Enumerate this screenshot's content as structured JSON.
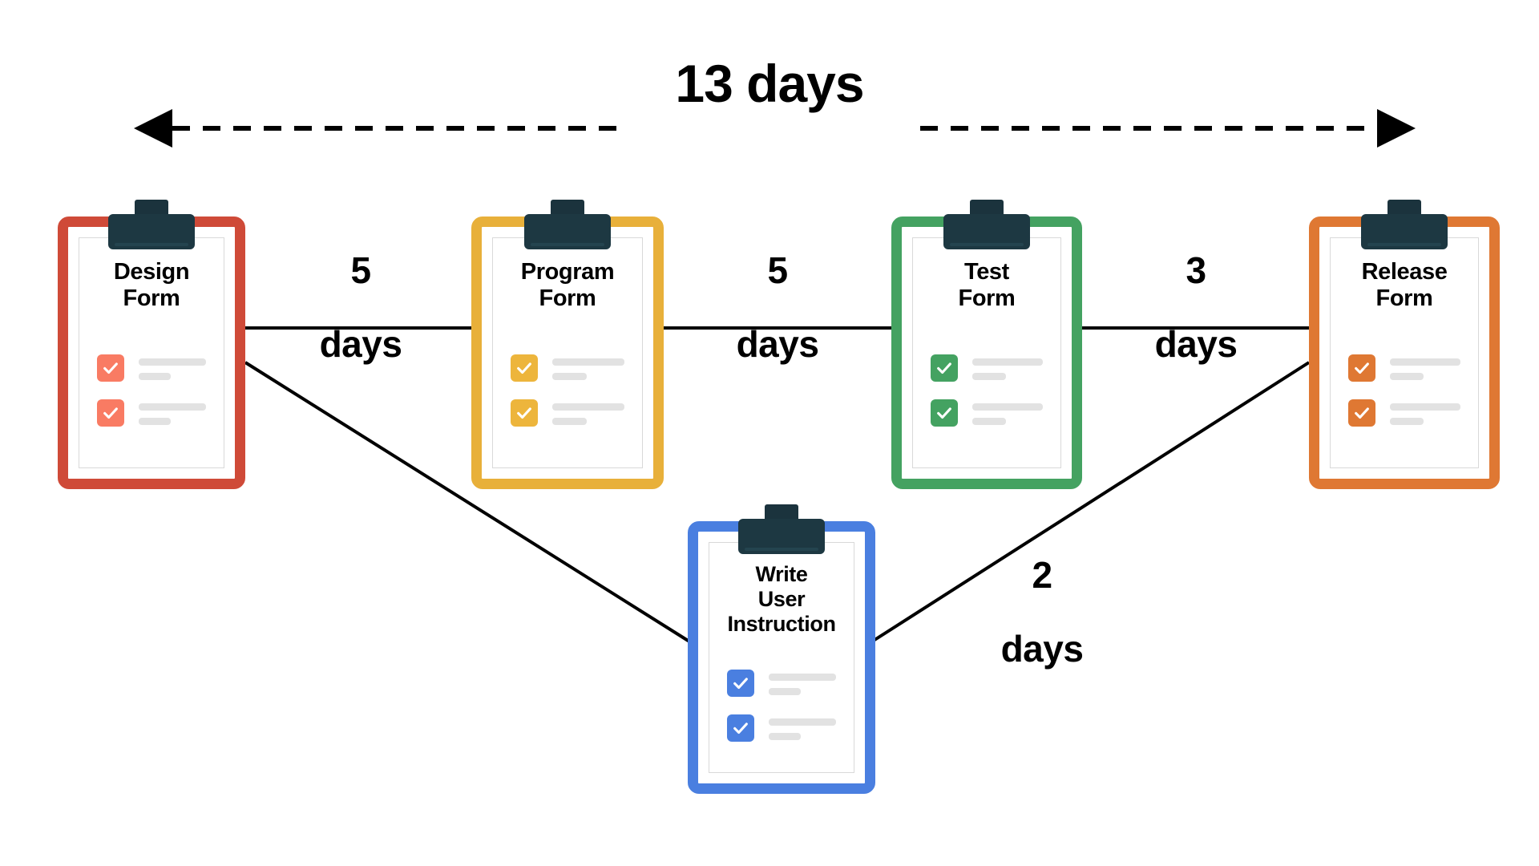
{
  "diagram": {
    "title": "13 days",
    "total_duration_label": "13 days",
    "background_color": "#ffffff",
    "line_color": "#000000",
    "clip_color": "#1d3842",
    "checklist_line_color": "#e2e2e2"
  },
  "nodes": [
    {
      "id": "design-form",
      "label": "Design\nForm",
      "label_line1": "Design",
      "label_line2": "Form",
      "color": "#cf4a38",
      "check_color": "#f97b63",
      "checkbox_count": 2
    },
    {
      "id": "program-form",
      "label": "Program\nForm",
      "label_line1": "Program",
      "label_line2": "Form",
      "color": "#e8b03a",
      "check_color": "#edb53c",
      "checkbox_count": 2
    },
    {
      "id": "test-form",
      "label": "Test\nForm",
      "label_line1": "Test",
      "label_line2": "Form",
      "color": "#44a261",
      "check_color": "#44a261",
      "checkbox_count": 2
    },
    {
      "id": "release-form",
      "label": "Release\nForm",
      "label_line1": "Release",
      "label_line2": "Form",
      "color": "#df7833",
      "check_color": "#df7833",
      "checkbox_count": 2
    },
    {
      "id": "write-user-instruction",
      "label": "Write\nUser\nInstruction",
      "label_line1": "Write",
      "label_line2": "User",
      "label_line3": "Instruction",
      "color": "#4a7fe0",
      "check_color": "#4a7fe0",
      "checkbox_count": 2
    }
  ],
  "edges": [
    {
      "id": "design-to-program",
      "from": "design-form",
      "to": "program-form",
      "num": "5",
      "unit": "days",
      "duration_label": "5 days"
    },
    {
      "id": "program-to-test",
      "from": "program-form",
      "to": "test-form",
      "num": "5",
      "unit": "days",
      "duration_label": "5 days"
    },
    {
      "id": "test-to-release",
      "from": "test-form",
      "to": "release-form",
      "num": "3",
      "unit": "days",
      "duration_label": "3 days"
    },
    {
      "id": "design-to-instruction",
      "from": "design-form",
      "to": "write-user-instruction",
      "num": "",
      "unit": "",
      "duration_label": ""
    },
    {
      "id": "instruction-to-release",
      "from": "write-user-instruction",
      "to": "release-form",
      "num": "2",
      "unit": "days",
      "duration_label": "2 days"
    }
  ]
}
